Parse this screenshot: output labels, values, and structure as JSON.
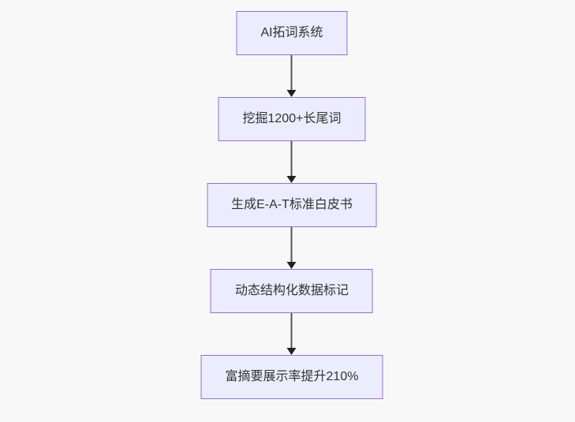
{
  "flowchart": {
    "type": "flowchart",
    "direction": "top-down",
    "nodes": [
      "AI拓词系统",
      "挖掘1200+长尾词",
      "生成E-A-T标准白皮书",
      "动态结构化数据标记",
      "富摘要展示率提升210%"
    ],
    "edges": [
      {
        "from": "AI拓词系统",
        "to": "挖掘1200+长尾词"
      },
      {
        "from": "挖掘1200+长尾词",
        "to": "生成E-A-T标准白皮书"
      },
      {
        "from": "生成E-A-T标准白皮书",
        "to": "动态结构化数据标记"
      },
      {
        "from": "动态结构化数据标记",
        "to": "富摘要展示率提升210%"
      }
    ],
    "colors": {
      "node_fill": "#ECECFF",
      "node_border": "#9370DB",
      "edge_line": "#555555",
      "arrowhead": "#222222",
      "label_text": "#333333",
      "background": "#f8f8f8"
    }
  }
}
